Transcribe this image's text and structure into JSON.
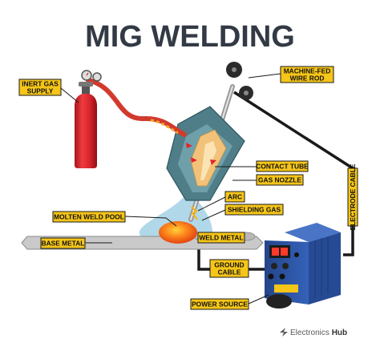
{
  "title": "MIG WELDING",
  "labels": {
    "inert_gas_line1": "INERT GAS",
    "inert_gas_line2": "SUPPLY",
    "wire_rod_line1": "MACHINE-FED",
    "wire_rod_line2": "WIRE ROD",
    "contact_tube": "CONTACT TUBE",
    "gas_nozzle": "GAS NOZZLE",
    "arc": "ARC",
    "shielding_gas": "SHIELDING GAS",
    "molten_weld_pool": "MOLTEN WELD POOL",
    "base_metal": "BASE METAL",
    "weld_metal": "WELD METAL",
    "ground_cable_line1": "GROUND",
    "ground_cable_line2": "CABLE",
    "power_source": "POWER SOURCE",
    "electrode_cable": "ELECTRODE CABLE"
  },
  "brand": {
    "name_part1": "Electronics",
    "name_part2": "Hub"
  },
  "colors": {
    "title": "#333a45",
    "label_fill": "#f5c518",
    "label_border": "#1a1a1a",
    "cylinder": "#e0262c",
    "gas_hose": "#d23a2e",
    "nozzle": "#4f7e88",
    "shielding_gas": "#a8d4e6",
    "weld_pool": "#f06a1a",
    "base_metal": "#c9c9c9",
    "power_source_body": "#2f56a8",
    "cable": "#1a1a1a"
  },
  "icons": [
    "gas-cylinder-icon",
    "pressure-gauge-icon",
    "welding-torch-icon",
    "wire-rollers-icon",
    "power-source-icon",
    "brand-logo-icon"
  ]
}
